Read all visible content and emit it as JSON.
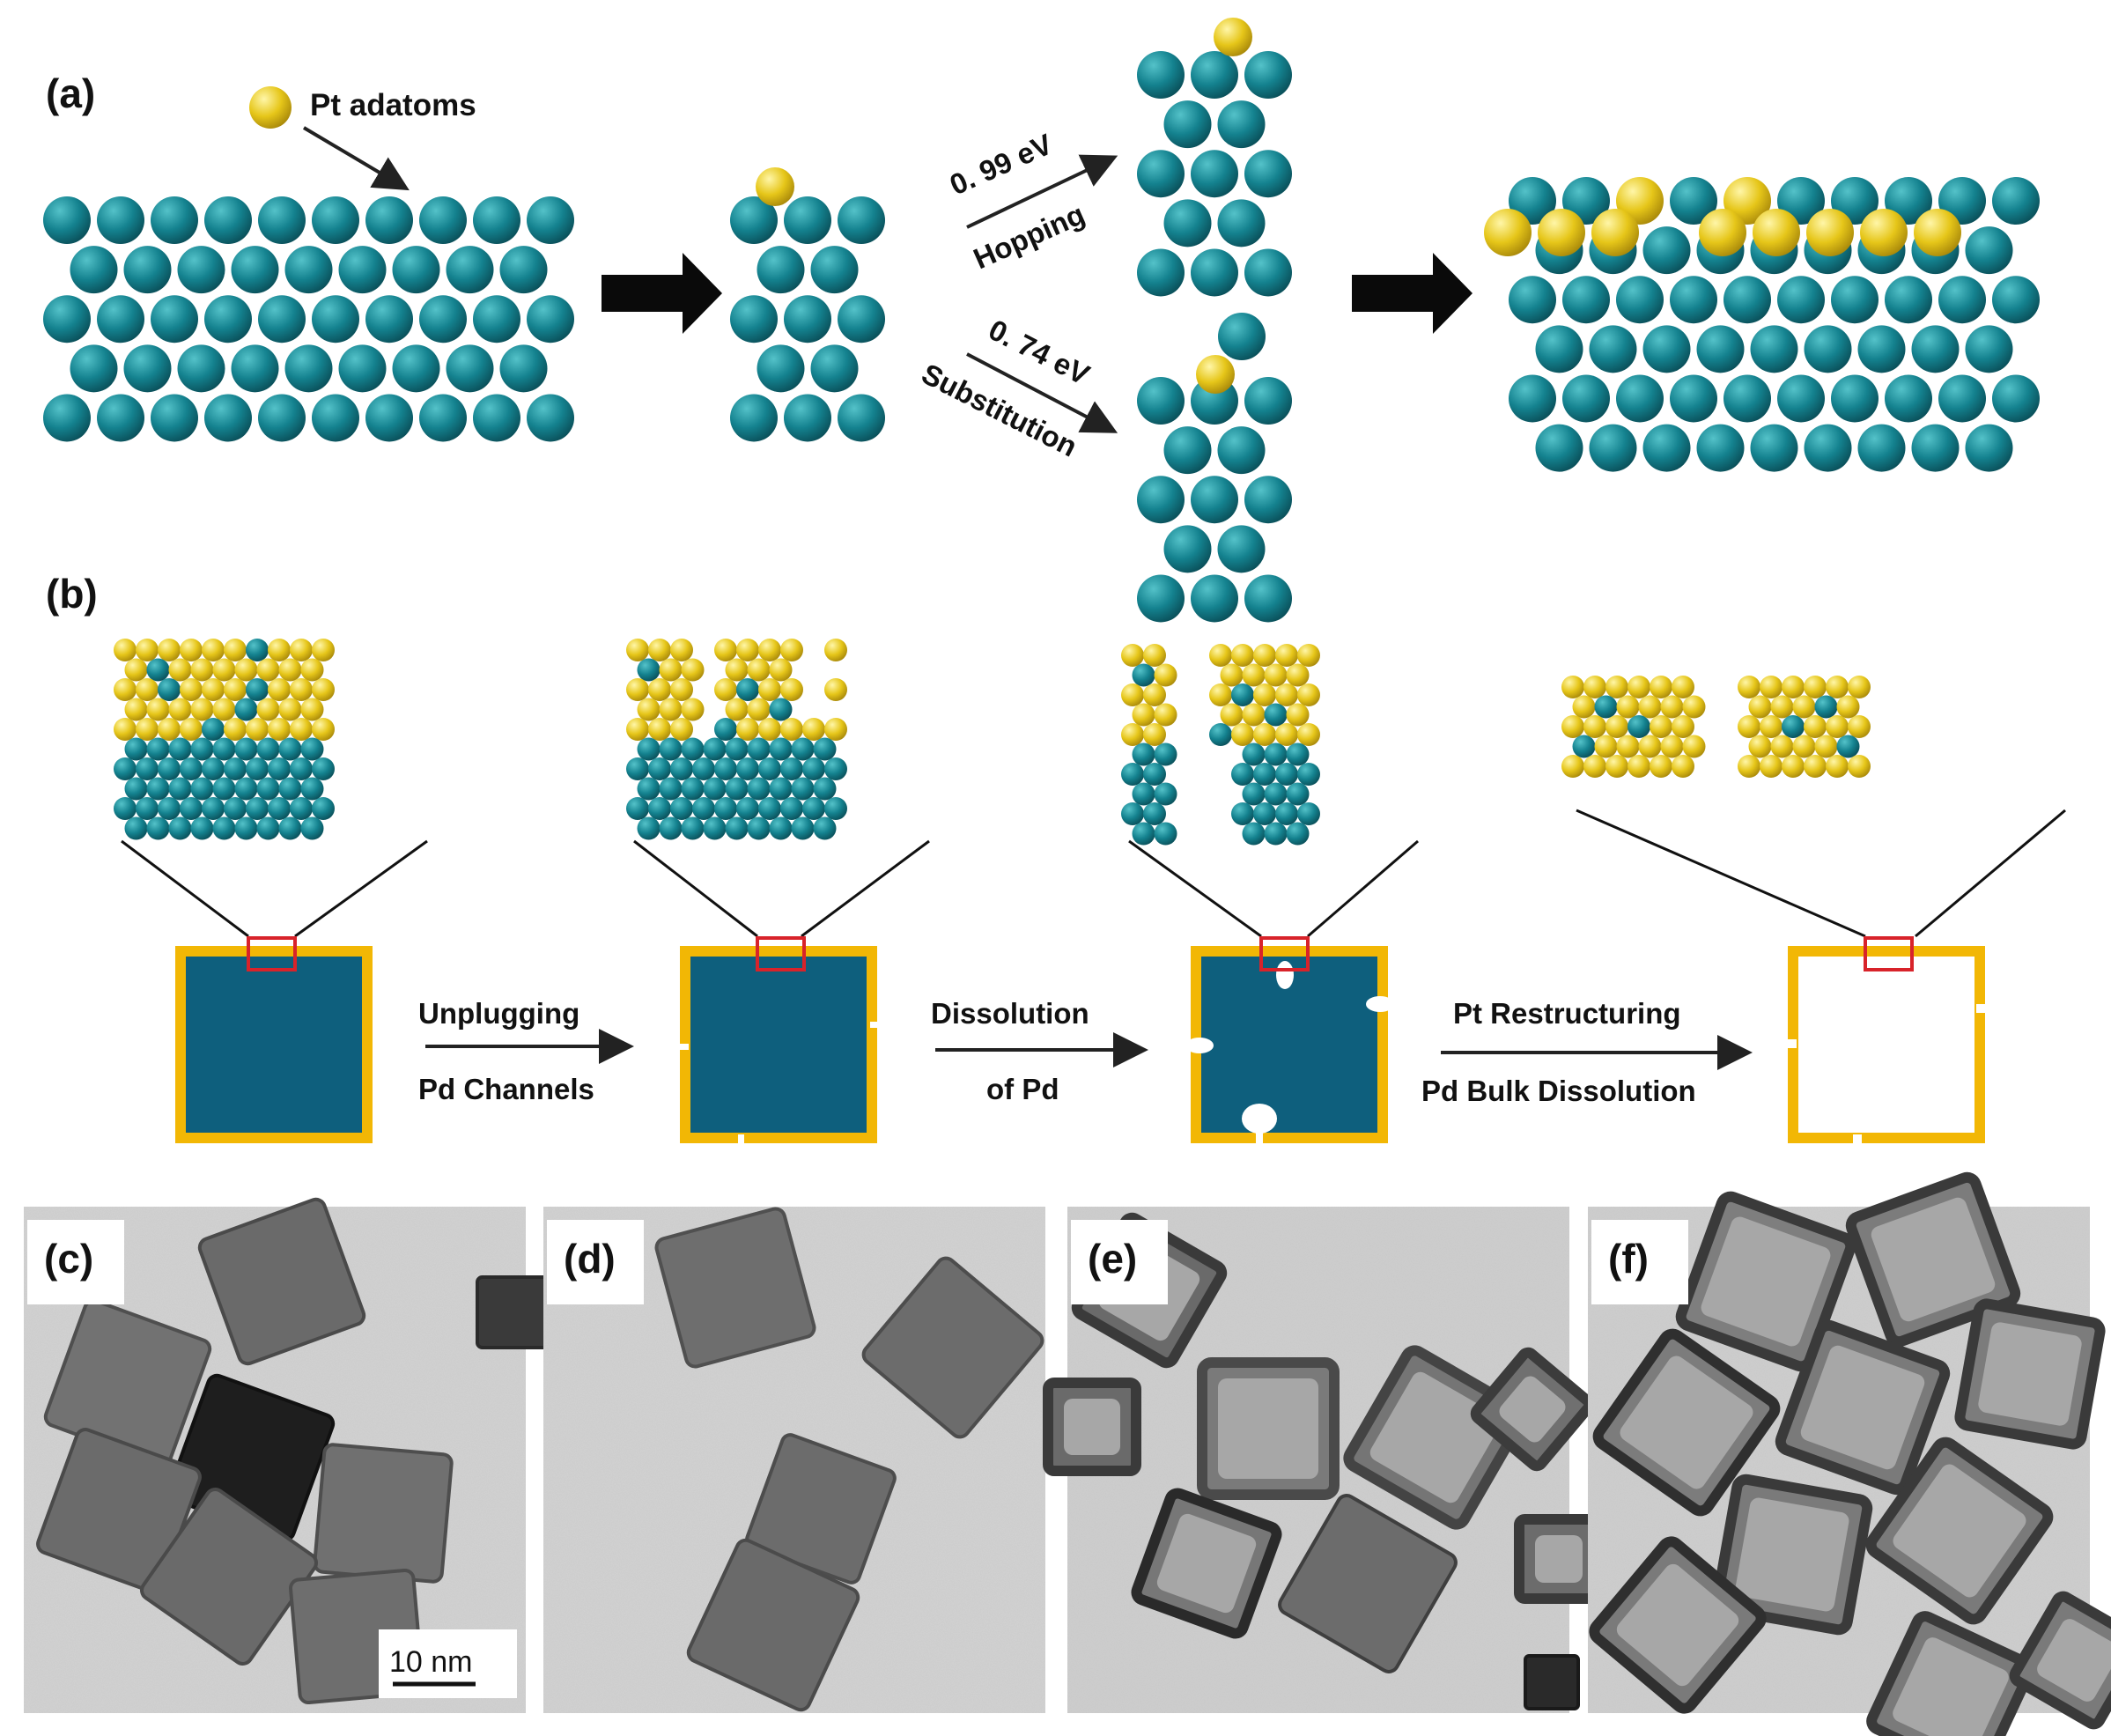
{
  "panel_labels": {
    "a": "(a)",
    "b": "(b)",
    "c": "(c)",
    "d": "(d)",
    "e": "(e)",
    "f": "(f)"
  },
  "panel_a": {
    "adatom_label": "Pt adatoms",
    "hopping_energy": "0. 99 eV",
    "hopping_label": "Hopping",
    "substitution_energy": "0. 74 eV",
    "substitution_label": "Substitution"
  },
  "panel_b": {
    "step1_line1": "Unplugging",
    "step1_line2": "Pd Channels",
    "step2_line1": "Dissolution",
    "step2_line2": "of Pd",
    "step3_line1": "Pt Restructuring",
    "step3_line2": "Pd Bulk Dissolution"
  },
  "scale_bar": "10 nm",
  "colors": {
    "pd_atom": "#14828f",
    "pt_atom": "#e6c619",
    "cube_fill": "#0e5f7d",
    "pt_shell": "#f2b705",
    "zoom_box": "#d8232a",
    "tem_background": "#d3d3d3"
  }
}
